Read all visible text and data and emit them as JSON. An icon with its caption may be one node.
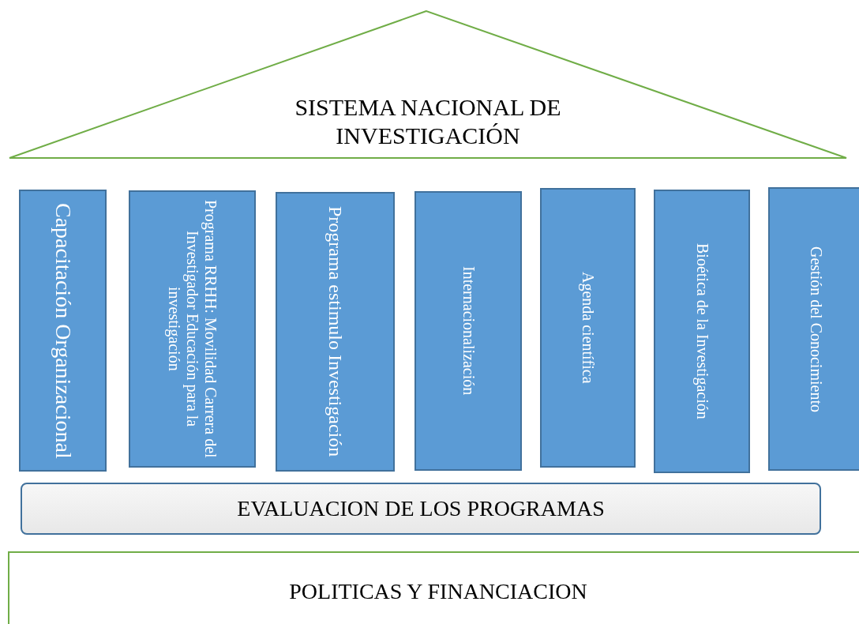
{
  "diagram": {
    "nodes": [
      {
        "text": [
          "SISTEMA NACIONAL DE INVESTIGACIÓN"
        ]
      },
      {
        "text": [
          "Capacitación Organizacional"
        ]
      },
      {
        "text": [
          "Programa RRHH: Movilidad Carrera del Investigador Educación para la investigación"
        ]
      },
      {
        "text": [
          "Programa estimulo Investigación"
        ]
      },
      {
        "text": [
          "Internacionalización"
        ]
      },
      {
        "text": [
          "Agenda científica"
        ]
      },
      {
        "text": [
          "Bioética de la Investigación"
        ]
      },
      {
        "text": [
          "Gestión del Conocimiento"
        ]
      },
      {
        "text": [
          "EVALUACION DE LOS PROGRAMAS"
        ]
      },
      {
        "text": [
          "POLITICAS Y FINANCIACION"
        ]
      }
    ]
  }
}
